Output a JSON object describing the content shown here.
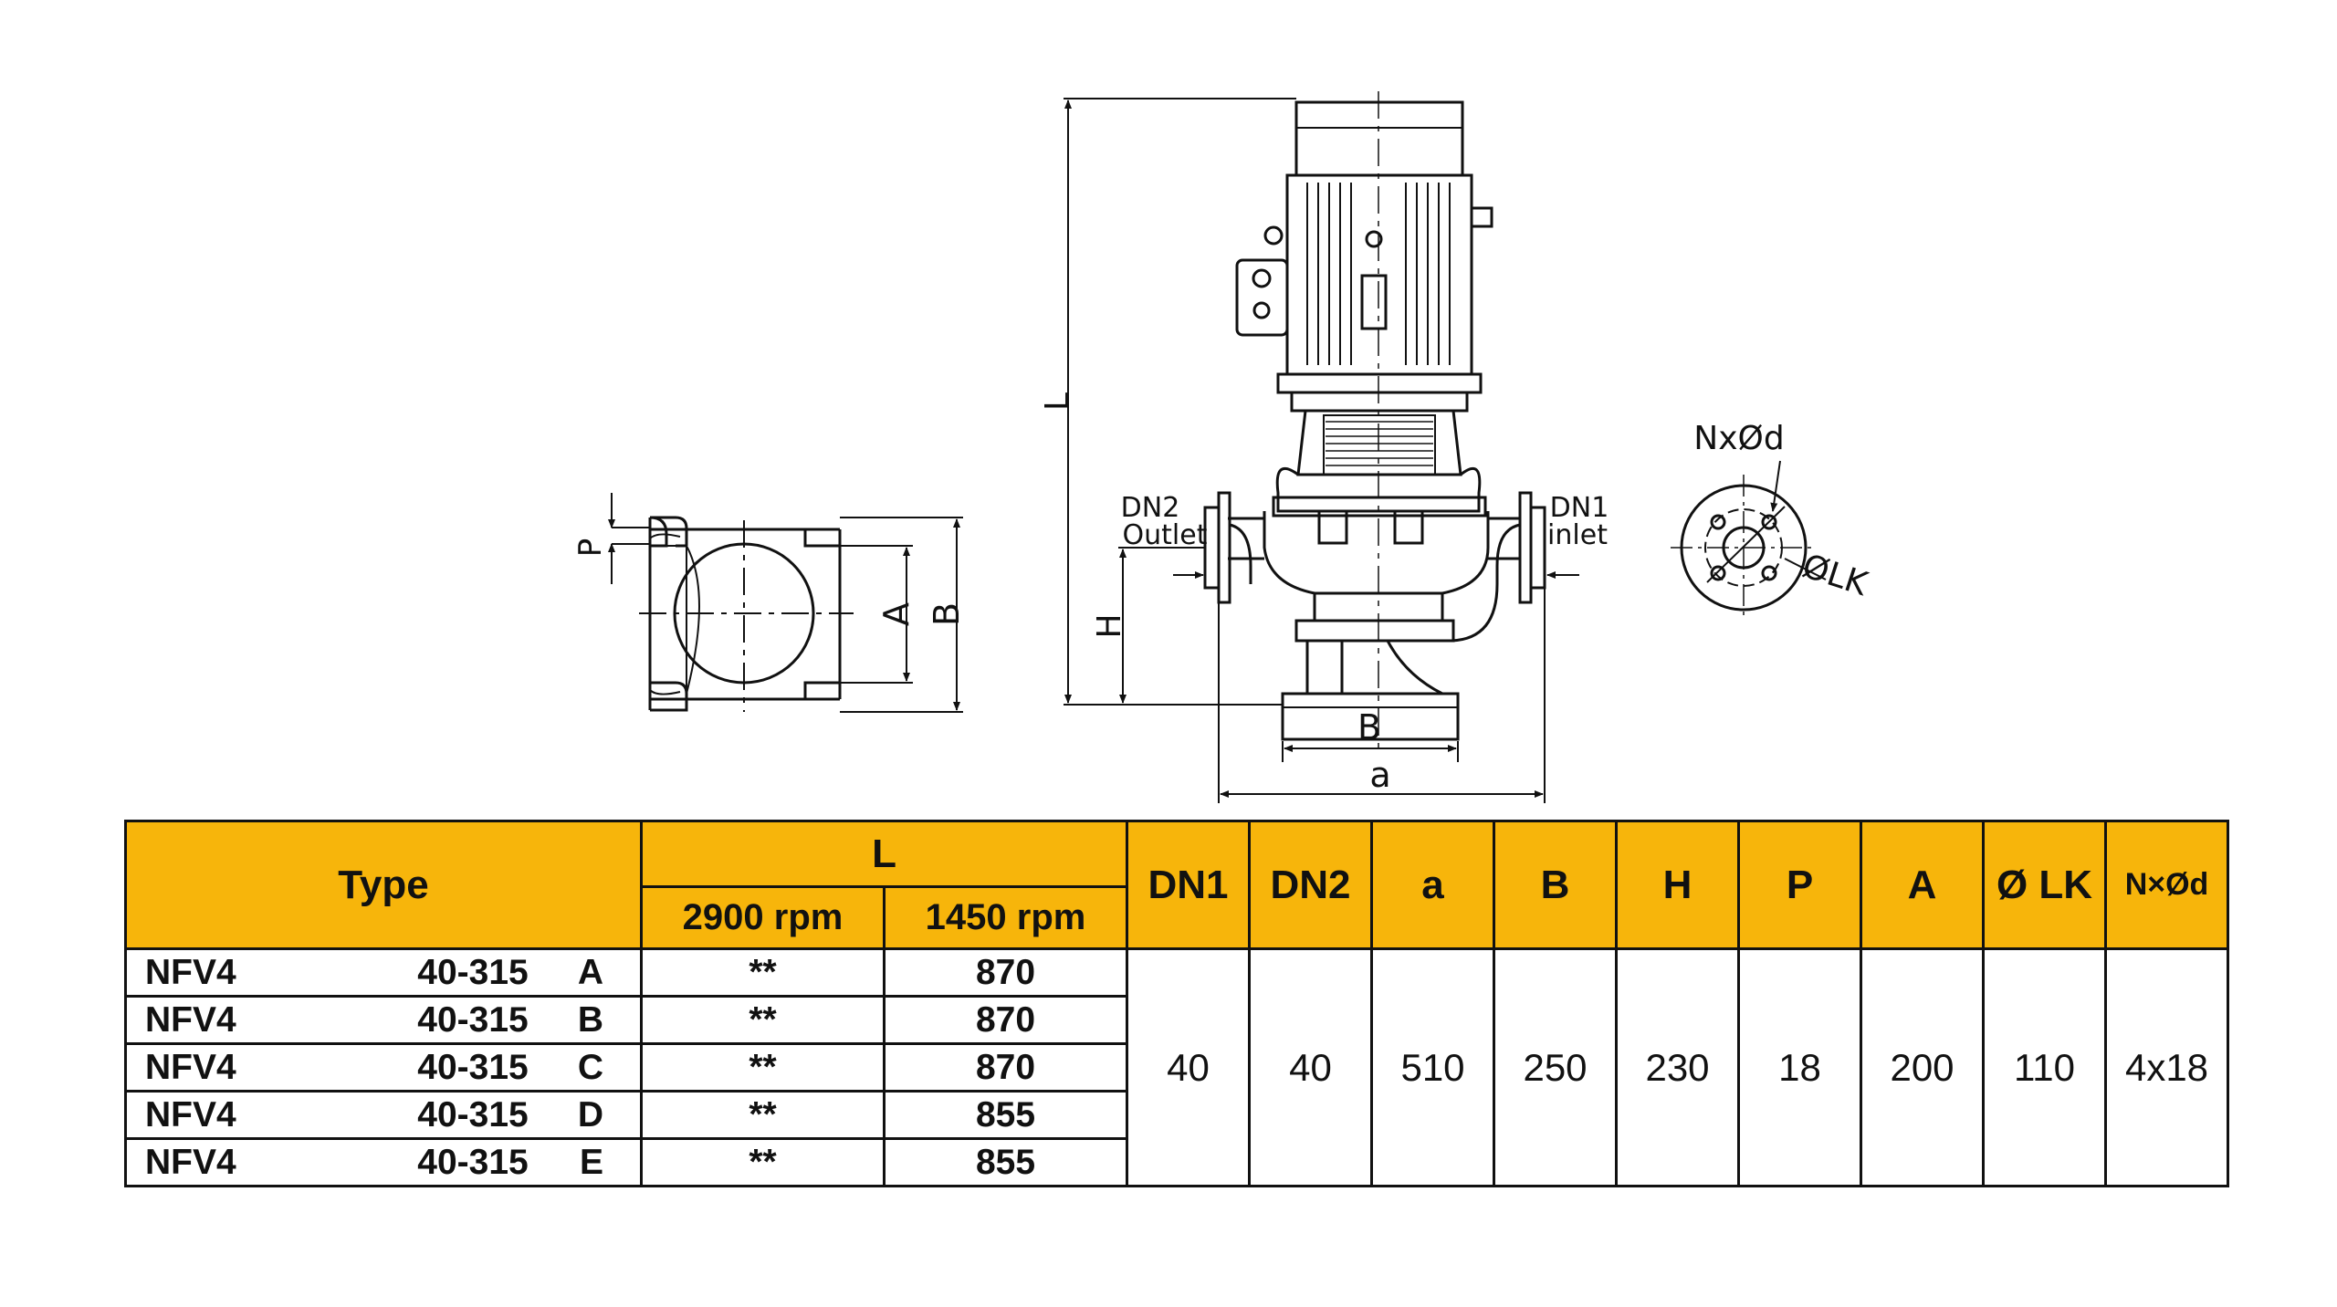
{
  "drawing": {
    "labels": {
      "L": "L",
      "H": "H",
      "B_side": "B",
      "a": "a",
      "P": "P",
      "A": "A",
      "B_top": "B",
      "dn2": "DN2",
      "outlet": "Outlet",
      "dn1": "DN1",
      "inlet": "inlet",
      "nxd": "NxØd",
      "lk": "ØLK"
    }
  },
  "table": {
    "headers": {
      "type": "Type",
      "L": "L",
      "rpm2900": "2900 rpm",
      "rpm1450": "1450 rpm",
      "dn1": "DN1",
      "dn2": "DN2",
      "a": "a",
      "B": "B",
      "H": "H",
      "P": "P",
      "A": "A",
      "lk": "Ø LK",
      "nxd": "N×Ød"
    },
    "rows": [
      {
        "series": "NFV4",
        "model": "40-315",
        "variant": "A",
        "l2900": "**",
        "l1450": "870"
      },
      {
        "series": "NFV4",
        "model": "40-315",
        "variant": "B",
        "l2900": "**",
        "l1450": "870"
      },
      {
        "series": "NFV4",
        "model": "40-315",
        "variant": "C",
        "l2900": "**",
        "l1450": "870"
      },
      {
        "series": "NFV4",
        "model": "40-315",
        "variant": "D",
        "l2900": "**",
        "l1450": "855"
      },
      {
        "series": "NFV4",
        "model": "40-315",
        "variant": "E",
        "l2900": "**",
        "l1450": "855"
      }
    ],
    "common": {
      "dn1": "40",
      "dn2": "40",
      "a": "510",
      "B": "250",
      "H": "230",
      "P": "18",
      "A": "200",
      "lk": "110",
      "nxd": "4x18"
    },
    "header_color": "#f7b50b"
  }
}
